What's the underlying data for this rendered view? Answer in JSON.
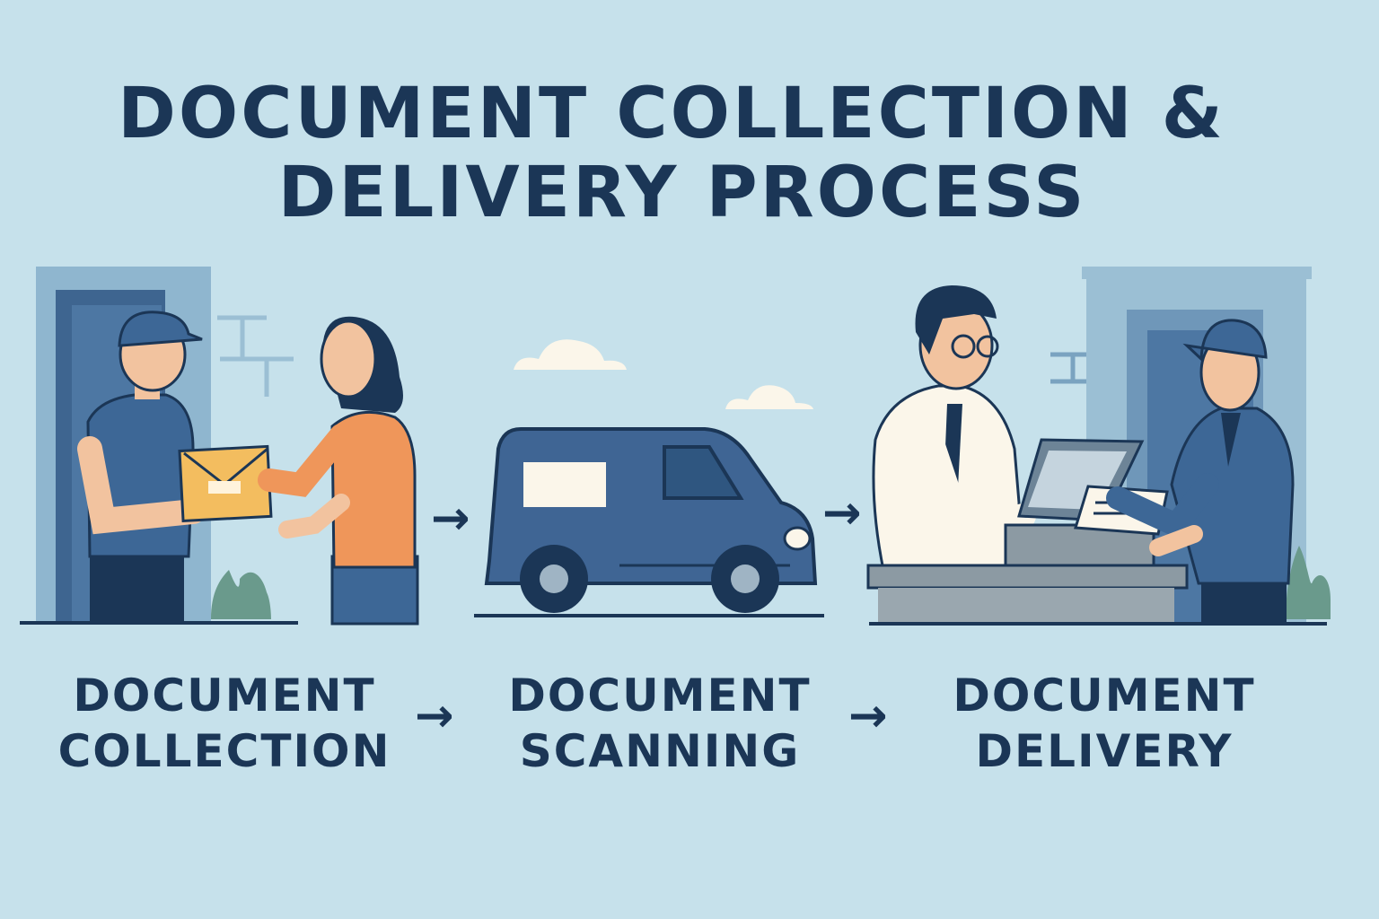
{
  "title": {
    "line1": "DOCUMENT COLLECTION &",
    "line2": "DELIVERY PROCESS"
  },
  "steps": [
    {
      "line1": "DOCUMENT",
      "line2": "COLLECTION"
    },
    {
      "line1": "DOCUMENT",
      "line2": "SCANNING"
    },
    {
      "line1": "DOCUMENT",
      "line2": "DELIVERY"
    }
  ],
  "arrow_glyph": "→",
  "colors": {
    "background": "#c6e1eb",
    "text": "#1b3656",
    "uniform": "#3d6796",
    "van": "#3f6594",
    "envelope": "#f3bd5f",
    "sweater": "#ef965a"
  }
}
